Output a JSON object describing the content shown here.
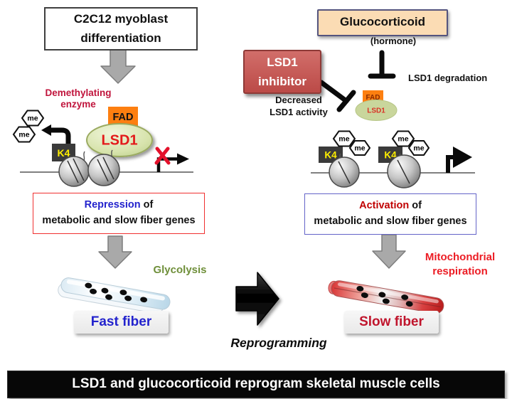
{
  "labels": {
    "me": "me",
    "k4": "K4",
    "fad": "FAD",
    "lsd1": "LSD1"
  },
  "left": {
    "header_line1": "C2C12 myoblast",
    "header_line2": "differentiation",
    "enzyme_line1": "Demethylating",
    "enzyme_line2": "enzyme",
    "repression_word": "Repression",
    "repression_rest": " of",
    "repression_line2": "metabolic and slow fiber genes",
    "glycolysis": "Glycolysis",
    "fiber": "Fast fiber"
  },
  "right": {
    "header": "Glucocorticoid",
    "hormone": "(hormone)",
    "inhibitor_line1": "LSD1",
    "inhibitor_line2": "inhibitor",
    "degradation": "LSD1 degradation",
    "decreased_line1": "Decreased",
    "decreased_line2": "LSD1 activity",
    "activation_word": "Activation",
    "activation_rest": " of",
    "activation_line2": "metabolic and slow fiber genes",
    "respiration_line1": "Mitochondrial",
    "respiration_line2": "respiration",
    "fiber": "Slow fiber"
  },
  "center": {
    "reprogramming": "Reprogramming"
  },
  "banner": "LSD1 and glucocorticoid reprogram skeletal muscle cells",
  "colors": {
    "inhibitor_red": "#c0504d",
    "glucocorticoid_peach": "#fbdcb4",
    "fad_orange": "#ff7f0e",
    "lsd1_green": "#d7e3ac",
    "k4_yellow": "#ffef00",
    "repression_blue": "#2323cd",
    "activation_red": "#c00000",
    "enzyme_crimson": "#c0143c",
    "glycolysis_green": "#6f8f3a",
    "respiration_red": "#ec1c24",
    "slow_fiber_red": "#c0152d"
  }
}
